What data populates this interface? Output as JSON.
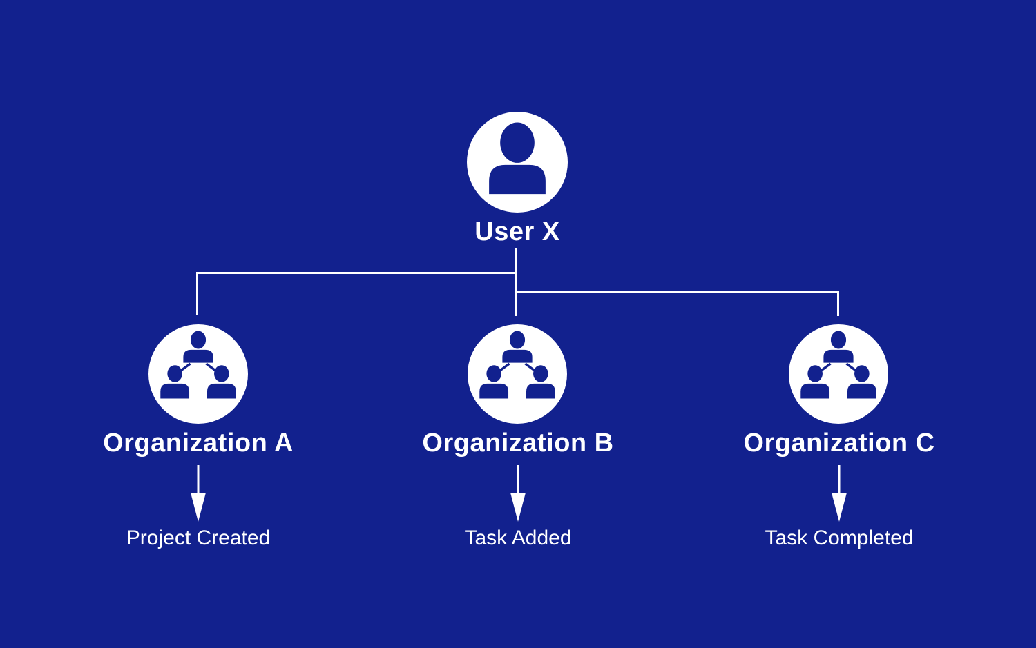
{
  "colors": {
    "bg": "#12218E",
    "fg": "#FFFFFF"
  },
  "diagram": {
    "title": "",
    "root": {
      "label": "User X",
      "icon": "person-icon"
    },
    "branches": [
      {
        "org_label": "Organization A",
        "event_label": "Project Created",
        "icon": "org-chart-icon"
      },
      {
        "org_label": "Organization B",
        "event_label": "Task Added",
        "icon": "org-chart-icon"
      },
      {
        "org_label": "Organization C",
        "event_label": "Task Completed",
        "icon": "org-chart-icon"
      }
    ]
  }
}
